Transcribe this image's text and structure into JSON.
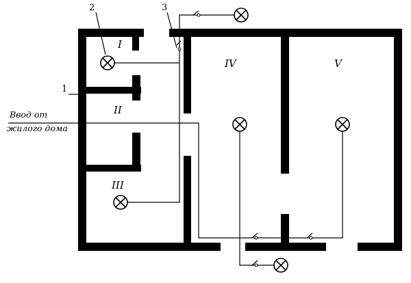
{
  "diagram": {
    "rooms": {
      "room_1": "I",
      "room_2": "II",
      "room_3": "III",
      "room_4": "IV",
      "room_5": "V"
    },
    "callouts": {
      "callout_1": "1",
      "callout_2": "2",
      "callout_3": "3"
    },
    "entry_label": {
      "line_1": "Ввод от",
      "line_2": "жилого дома"
    },
    "lamps": [
      "lamp",
      "lamp",
      "lamp",
      "lamp",
      "lamp",
      "lamp"
    ],
    "switches": [
      "switch",
      "switch",
      "switch",
      "switch"
    ],
    "colors": {
      "ink": "#000000",
      "paper": "#ffffff"
    }
  }
}
